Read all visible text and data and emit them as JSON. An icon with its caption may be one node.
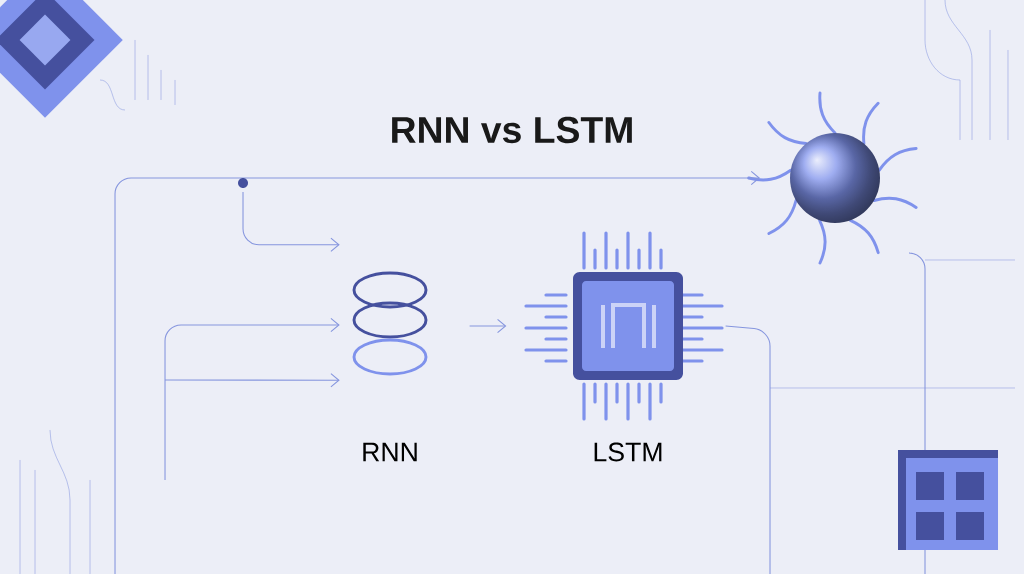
{
  "diagram": {
    "title": "RNN vs LSTM",
    "nodes": [
      {
        "text": [],
        "shape": "picture",
        "beside": [
          "RNN"
        ]
      },
      {
        "text": [],
        "shape": "picture",
        "beside": [
          "LSTM"
        ]
      },
      {
        "text": [],
        "shape": "picture"
      }
    ],
    "edges": [
      {
        "from": 0,
        "to": 1,
        "arrow": "to"
      },
      {
        "from": null,
        "to": 0,
        "arrow": "to"
      },
      {
        "from": null,
        "to": 0,
        "arrow": "to"
      },
      {
        "from": null,
        "to": 0,
        "arrow": "to"
      },
      {
        "from": null,
        "to": 2,
        "arrow": "to"
      },
      {
        "from": 1,
        "to": null,
        "arrow": "none"
      },
      {
        "from": 2,
        "to": null,
        "arrow": "none"
      }
    ]
  }
}
